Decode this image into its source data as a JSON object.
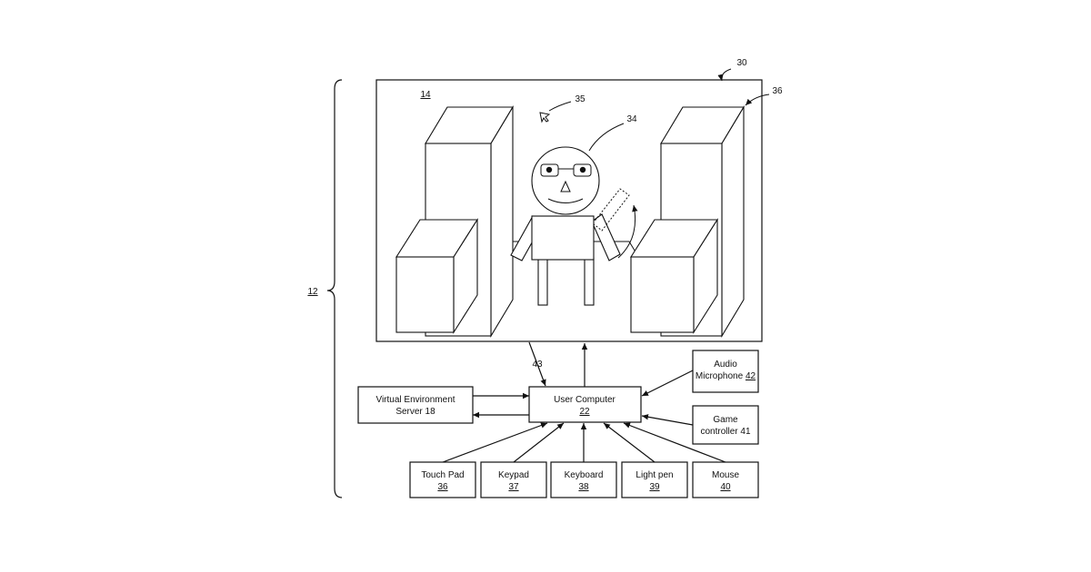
{
  "figure": {
    "bracket_label": "12",
    "display_ref": "30",
    "screen_ref": "14",
    "cursor_ref": "35",
    "avatar_ref": "34",
    "object_ref": "36",
    "link_ref": "43"
  },
  "boxes": {
    "user_computer": {
      "line1": "User Computer",
      "ref": "22"
    },
    "ve_server": {
      "line1": "Virtual Environment",
      "line2": "Server 18"
    },
    "audio_mic": {
      "line1": "Audio",
      "line2": "Microphone",
      "ref": "42"
    },
    "game_ctrl": {
      "line1": "Game",
      "line2": "controller 41"
    },
    "touch_pad": {
      "line1": "Touch Pad",
      "ref": "36"
    },
    "keypad": {
      "line1": "Keypad",
      "ref": "37"
    },
    "keyboard": {
      "line1": "Keyboard",
      "ref": "38"
    },
    "light_pen": {
      "line1": "Light pen",
      "ref": "39"
    },
    "mouse": {
      "line1": "Mouse",
      "ref": "40"
    }
  }
}
